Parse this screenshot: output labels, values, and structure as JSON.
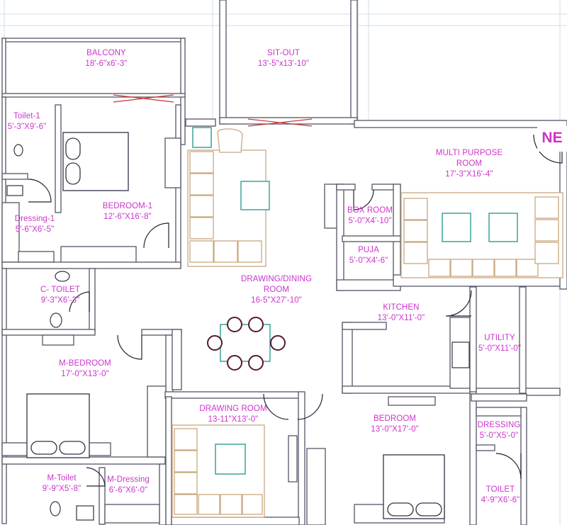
{
  "compass": "NE",
  "rooms": [
    {
      "name": "BALCONY",
      "size": "18'-6\"x6'-3\""
    },
    {
      "name": "SIT-OUT",
      "size": "13'-5\"x13'-10\""
    },
    {
      "name": "Toilet-1",
      "size": "5'-3\"X9'-6\""
    },
    {
      "name": "BEDROOM-1",
      "size": "12'-6\"X16'-8\""
    },
    {
      "name": "Dressing-1",
      "size": "5'-6\"X6'-5\""
    },
    {
      "name": "MULTI PURPOSE ROOM",
      "size": "17'-3\"X16'-4\""
    },
    {
      "name": "BOX ROOM",
      "size": "5'-0\"X4'-10\""
    },
    {
      "name": "PUJA",
      "size": "5'-0\"X4'-6\""
    },
    {
      "name": "C- TOILET",
      "size": "9'-3\"X6'-3\""
    },
    {
      "name": "DRAWING/DINING ROOM",
      "size": "16-5\"X27'-10\""
    },
    {
      "name": "KITCHEN",
      "size": "13'-0\"X11'-0\""
    },
    {
      "name": "UTILITY",
      "size": "5'-0\"X11'-0\""
    },
    {
      "name": "M-BEDROOM",
      "size": "17'-0\"X13'-0\""
    },
    {
      "name": "DRAWING ROOM",
      "size": "13-11\"X13'-0\""
    },
    {
      "name": "BEDROOM",
      "size": "13'-0\"X17'-0\""
    },
    {
      "name": "DRESSING",
      "size": "5'-0\"X5'-0\""
    },
    {
      "name": "M-Toilet",
      "size": "9'-9\"X5'-8\""
    },
    {
      "name": "M-Dressing",
      "size": "6'-6\"X6'-0\""
    },
    {
      "name": "TOILET",
      "size": "4'-9\"X6'-6\""
    }
  ],
  "colors": {
    "wall": "#555566",
    "wall_outline": "#7fb7d2",
    "label": "#cc33cc",
    "sofa": "#e8c89a",
    "table": "#3aa39a",
    "chair": "#551a2a",
    "sliding_door": "#cc3333"
  }
}
